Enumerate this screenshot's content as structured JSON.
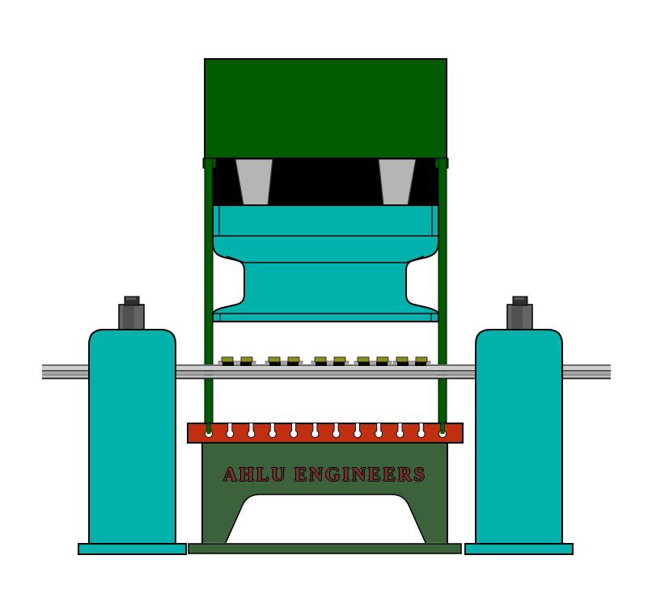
{
  "brand": {
    "label": "AHLU ENGINEERS",
    "text_color": "#7b3027"
  },
  "colors": {
    "background": "#ffffff",
    "frame_green": "#015c01",
    "base_green": "#3c623c",
    "platen_teal": "#00b2ab",
    "bed_red": "#c03010",
    "cylinder_gray": "#b5b5b5",
    "cavity_black": "#000000",
    "clamp_olive": "#8f8f1e",
    "cap_gray": "#4a4a4a",
    "rail_light_gray": "#cfcfcf",
    "rail_mid_gray": "#a8a8a8",
    "slot_white": "#ffffff"
  },
  "parts": {
    "press_crown": "press crown",
    "cylinder_count": 2,
    "moving_platen": "moving platen",
    "support_column_count": 2,
    "feed_rail": "feed rail",
    "clamp_group_count": 5,
    "bed_slot_count": 12,
    "base": "machine base"
  }
}
